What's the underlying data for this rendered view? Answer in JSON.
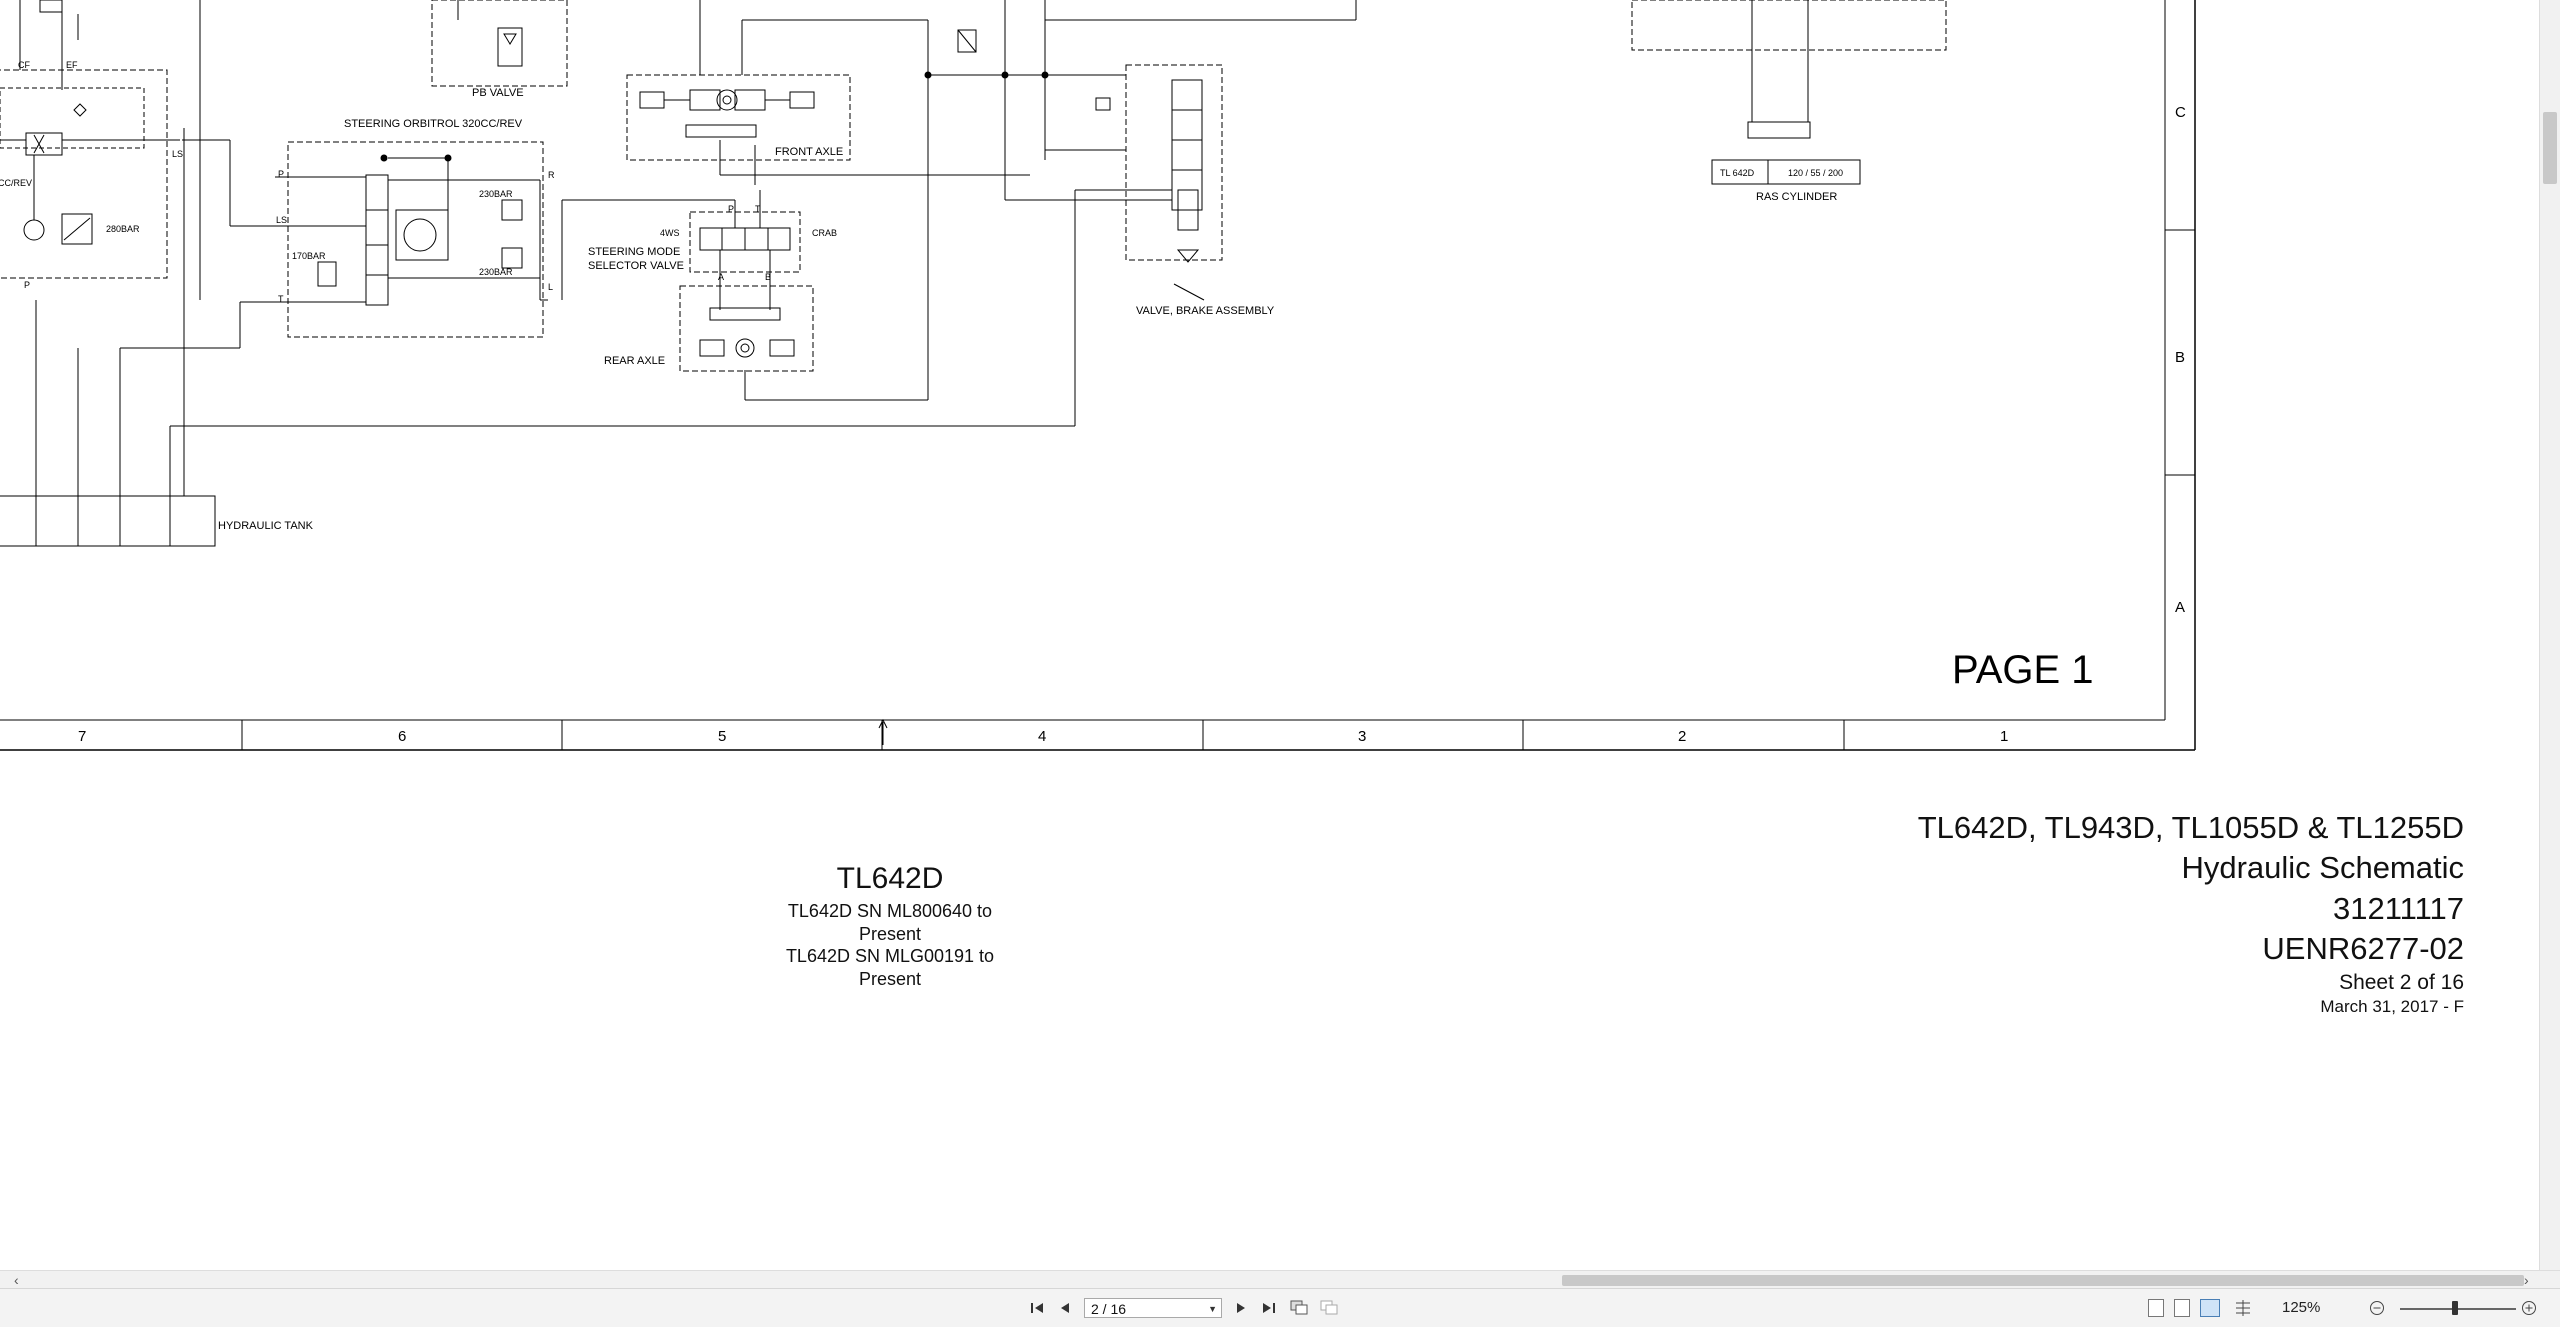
{
  "document": {
    "page_marker": "PAGE 1",
    "grid": {
      "columns": [
        "7",
        "6",
        "5",
        "4",
        "3",
        "2",
        "1"
      ],
      "rows": [
        "C",
        "B",
        "A"
      ]
    },
    "components": {
      "pb_valve": "PB VALVE",
      "steering_orbitrol": "STEERING ORBITROL 320CC/REV",
      "front_axle": "FRONT AXLE",
      "rear_axle": "REAR AXLE",
      "steering_mode_1": "STEERING MODE",
      "steering_mode_2": "SELECTOR VALVE",
      "crab": "CRAB",
      "four_ws": "4WS",
      "brake_valve": "VALVE, BRAKE ASSEMBLY",
      "hydraulic_tank": "HYDRAULIC TANK",
      "ras_cylinder": "RAS CYLINDER",
      "ras_model": "TL 642D",
      "ras_dims": "120 / 55 / 200",
      "relief_1": "230BAR",
      "relief_2": "230BAR",
      "relief_3": "170BAR",
      "relief_4": "280BAR",
      "port_p": "P",
      "port_r": "R",
      "port_ls": "LS",
      "port_t": "T",
      "port_l": "L",
      "port_a": "A",
      "port_b": "B",
      "port_cf": "CF",
      "port_ef": "EF",
      "port_ls2": "LS",
      "port_p2": "P",
      "cc_rev": "CC/REV"
    },
    "title_block": {
      "models": "TL642D, TL943D, TL1055D & TL1255D",
      "title": "Hydraulic Schematic",
      "part_number": "31211117",
      "doc_number": "UENR6277-02",
      "sheet": "Sheet 2 of 16",
      "date": "March 31, 2017 - F"
    },
    "model_block": {
      "model": "TL642D",
      "sn_1": "TL642D SN ML800640 to Present",
      "sn_2": "TL642D SN MLG00191 to Present"
    }
  },
  "toolbar": {
    "page_field": "2 / 16",
    "zoom": "125%"
  },
  "icons": {
    "first_page": "first-page-icon",
    "prev_page": "previous-page-icon",
    "next_page": "next-page-icon",
    "last_page": "last-page-icon"
  }
}
